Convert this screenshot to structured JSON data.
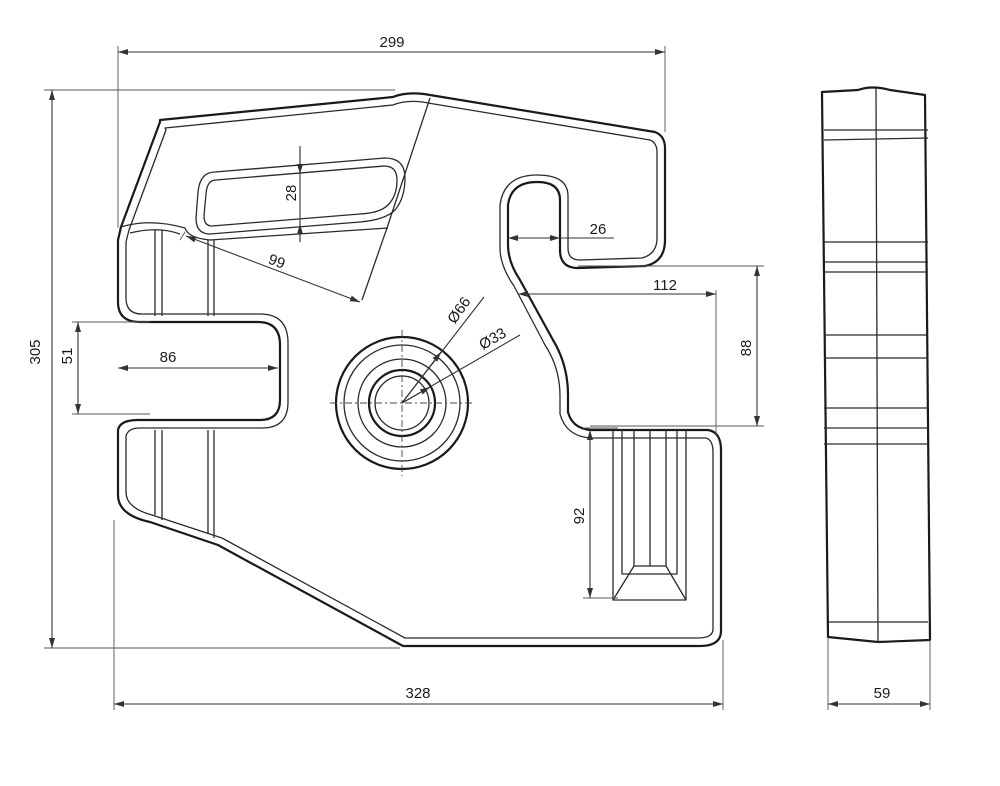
{
  "drawing": {
    "dimensions": {
      "top_width": "299",
      "total_height": "305",
      "bottom_width": "328",
      "side_thickness": "59",
      "slot_height": "28",
      "slot_length": "99",
      "hook_gap": "26",
      "hook_depth": "112",
      "hook_height": "88",
      "left_notch_height": "51",
      "left_notch_depth": "86",
      "outer_diameter": "Ø66",
      "inner_diameter": "Ø33",
      "pocket_height": "92"
    }
  }
}
